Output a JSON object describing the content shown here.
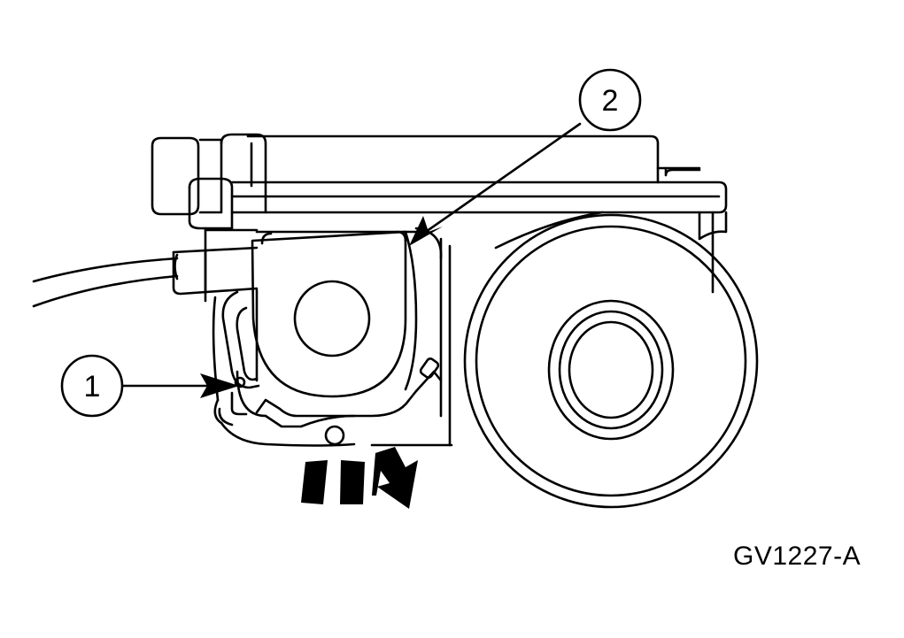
{
  "callouts": [
    {
      "number": "1"
    },
    {
      "number": "2"
    }
  ],
  "figure_code": "GV1227-A",
  "colors": {
    "line": "#000000",
    "background": "#ffffff"
  }
}
